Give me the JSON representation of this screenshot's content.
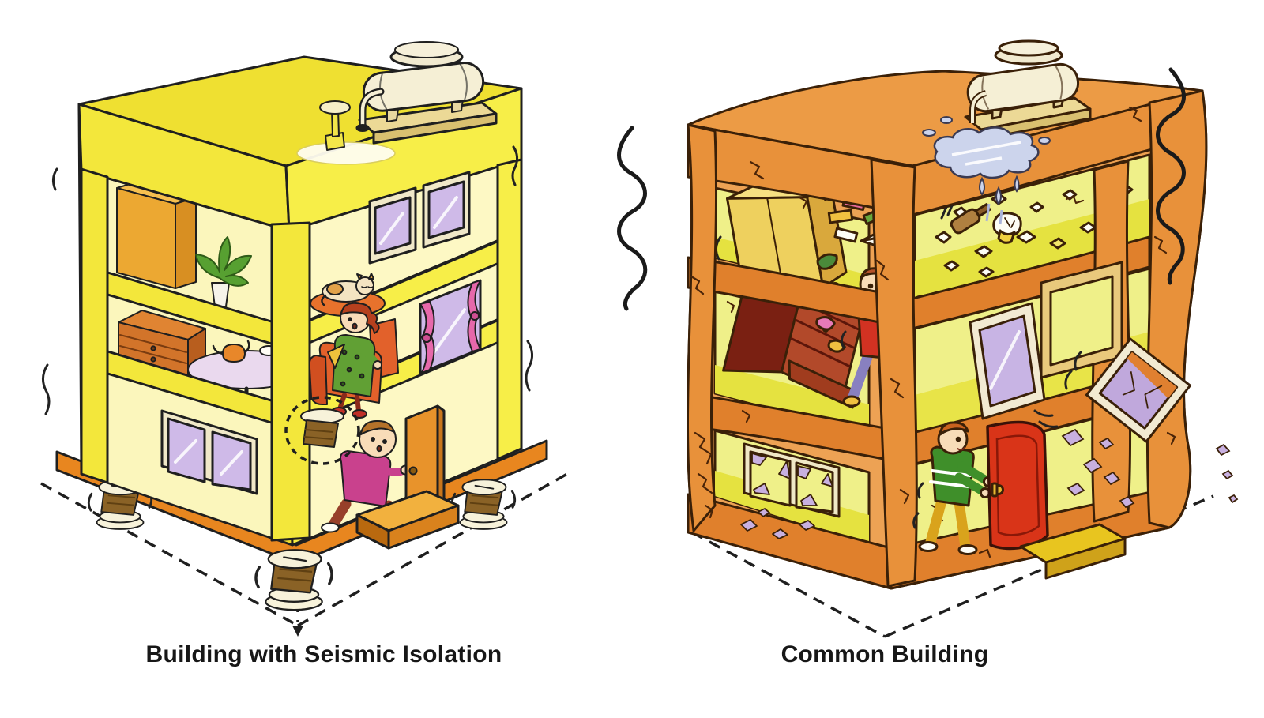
{
  "figure": {
    "type": "earthquake-building-comparison-illustration",
    "background_color": "#ffffff",
    "panels": [
      {
        "id": "seismic-isolation",
        "caption": "Building with Seismic Isolation",
        "building_state": "intact",
        "shaking_intensity": "slight",
        "elements": [
          "roof-water-tank",
          "roof-vent",
          "tall-cabinet",
          "potted-plant",
          "sleeping-cat-on-cushion",
          "intact-windows",
          "woman-resting-in-armchair",
          "tea-table-with-teapot",
          "writing-bureau",
          "curtained-window",
          "man-walking-out-open-door",
          "entrance-steps",
          "seismic-isolator-bearings",
          "highlighted-isolator-dashed-circle",
          "foundation-slab",
          "dashed-ground-footprint",
          "slight-shake-marks"
        ]
      },
      {
        "id": "common-building",
        "caption": "Common Building",
        "building_state": "damaged",
        "shaking_intensity": "strong",
        "elements": [
          "roof-water-tank-spilling",
          "water-splash-and-drips",
          "cracked-walls",
          "toppling-wardrobe",
          "flying-books-and-papers",
          "falling-woman",
          "toppling-chest-spilling-clothes",
          "flying-broken-dishes",
          "tilted-window-pane-slipping",
          "window-frame-flying-off",
          "shattered-window",
          "broken-glass-shards",
          "man-struggling-with-jammed-door",
          "warped-red-door",
          "entrance-step",
          "dashed-ground-footprint",
          "strong-shaking-squiggles"
        ]
      }
    ]
  },
  "palette": {
    "outline_ink": "#1f1f1f",
    "seismic_building_yellow": "#f3e73b",
    "seismic_roof_yellow": "#efe031",
    "interior_cream": "#fbf6bc",
    "base_slab_orange": "#e8861f",
    "isolator_rubber_brown": "#8a6226",
    "isolator_plate_cream": "#f7f2da",
    "window_glass_lavender": "#cfbae8",
    "curtain_pink": "#e668aa",
    "armchair_orange": "#e2612b",
    "dress_green": "#61a034",
    "jacket_magenta": "#c9418d",
    "tank_cream": "#f5efd5",
    "common_building_orange": "#eca050",
    "common_beam_orange": "#e8913a",
    "common_band_orange": "#e0802c",
    "interior_yellow_green": "#eff089",
    "floor_yellow_green": "#e5e240",
    "door_red": "#d93418",
    "sweater_green": "#3f8f2a",
    "pants_ochre": "#d9a31c",
    "water_blue": "#ccd4ec",
    "wardrobe_tan": "#eed05e",
    "chest_dark_red": "#b2492a"
  }
}
